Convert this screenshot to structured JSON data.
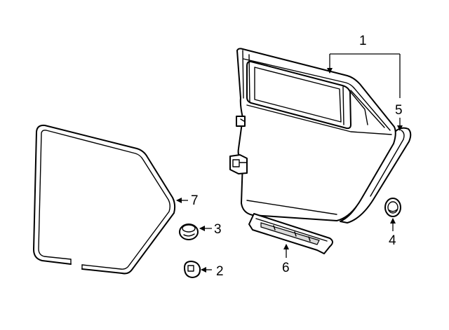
{
  "callouts": {
    "c1": "1",
    "c2": "2",
    "c3": "3",
    "c4": "4",
    "c5": "5",
    "c6": "6",
    "c7": "7"
  },
  "colors": {
    "line": "#000000",
    "fill": "#ffffff",
    "shade": "#d9d9d9"
  }
}
